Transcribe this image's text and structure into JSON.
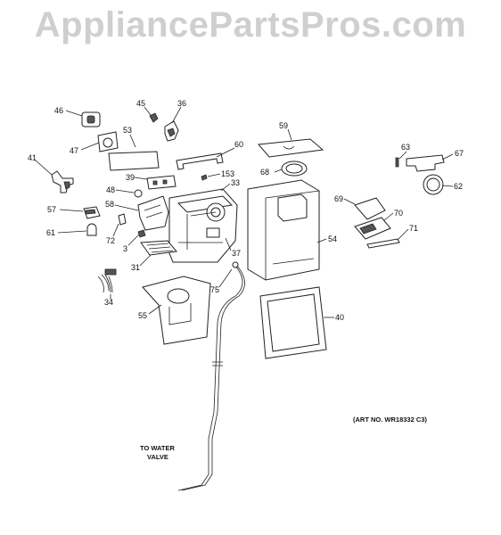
{
  "watermark": "AppliancePartsPros.com",
  "art_no": "(ART NO. WR18332 C3)",
  "to_water_valve": [
    "TO WATER",
    "VALVE"
  ],
  "parts": {
    "p46": "46",
    "p45": "45",
    "p36": "36",
    "p53": "53",
    "p47": "47",
    "p41": "41",
    "p60": "60",
    "p59": "59",
    "p63": "63",
    "p67": "67",
    "p68": "68",
    "p153": "153",
    "p39": "39",
    "p33": "33",
    "p48": "48",
    "p62": "62",
    "p69": "69",
    "p57": "57",
    "p58": "58",
    "p70": "70",
    "p61": "61",
    "p72": "72",
    "p71": "71",
    "p54": "54",
    "p3": "3",
    "p37": "37",
    "p31": "31",
    "p75": "75",
    "p34": "34",
    "p40": "40",
    "p55": "55"
  }
}
